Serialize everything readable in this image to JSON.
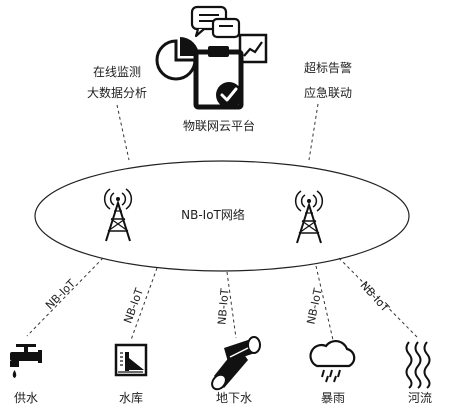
{
  "platform": {
    "title": "物联网云平台",
    "left_note_line1": "在线监测",
    "left_note_line2": "大数据分析",
    "right_note_line1": "超标告警",
    "right_note_line2": "应急联动"
  },
  "network": {
    "label": "NB-IoT网络"
  },
  "links": [
    "NB-IoT",
    "NB-IoT",
    "NB-IoT",
    "NB-IoT",
    "NB-IoT"
  ],
  "endpoints": [
    {
      "label": "供水",
      "icon": "water-tap-icon"
    },
    {
      "label": "水库",
      "icon": "reservoir-gauge-icon"
    },
    {
      "label": "地下水",
      "icon": "pipe-icon"
    },
    {
      "label": "暴雨",
      "icon": "rain-cloud-icon"
    },
    {
      "label": "河流",
      "icon": "river-waves-icon"
    }
  ]
}
